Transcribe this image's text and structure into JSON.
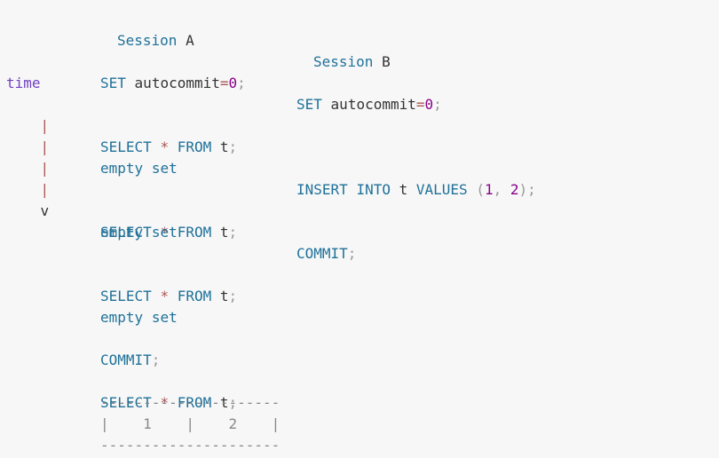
{
  "headers": {
    "session_a": "Session A",
    "session_b": "Session B"
  },
  "session_word": "Session",
  "session_a_letter": "A",
  "session_b_letter": "B",
  "time_label": "time",
  "time_bar": "|",
  "time_arrow": "v",
  "sql": {
    "set": "SET",
    "autocommit": "autocommit",
    "eq": "=",
    "zero": "0",
    "semi": ";",
    "select": "SELECT",
    "star": "*",
    "from": "FROM",
    "table": "t",
    "empty": "empty",
    "set_word": "set",
    "insert": "INSERT",
    "into": "INTO",
    "values": "VALUES",
    "open_paren": "(",
    "one": "1",
    "comma": ",",
    "two": "2",
    "close_paren": ")",
    "commit": "COMMIT"
  },
  "result": {
    "border": "---------------------",
    "row": "|    1    |    2    |"
  }
}
